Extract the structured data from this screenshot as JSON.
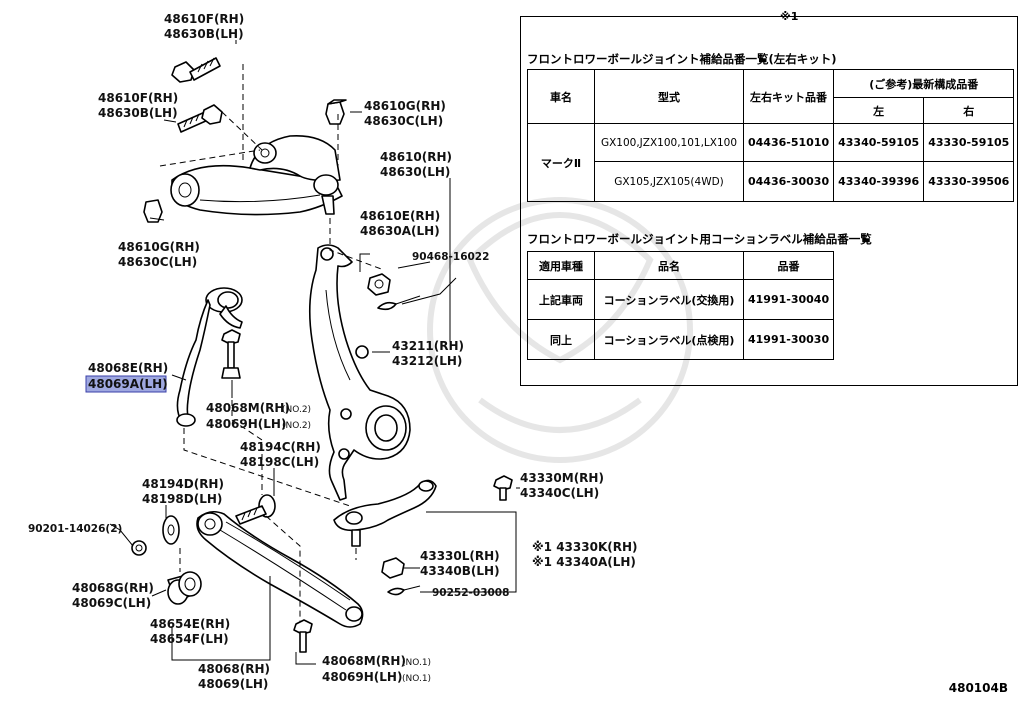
{
  "note_mark": "※1",
  "doc_id": "480104B",
  "table1": {
    "title": "フロントロワーボールジョイント補給品番一覧(左右キット)",
    "headers": {
      "car": "車名",
      "model": "型式",
      "kit": "左右キット品番",
      "ref": "(ご参考)最新構成品番",
      "left": "左",
      "right": "右"
    },
    "car_name": "マークⅡ",
    "rows": [
      {
        "model": "GX100,JZX100,101,LX100",
        "kit": "04436-51010",
        "left": "43340-59105",
        "right": "43330-59105"
      },
      {
        "model": "GX105,JZX105(4WD)",
        "kit": "04436-30030",
        "left": "43340-39396",
        "right": "43330-39506"
      }
    ]
  },
  "table2": {
    "title": "フロントロワーボールジョイント用コーションラベル補給品番一覧",
    "headers": {
      "vehicle": "適用車種",
      "name": "品名",
      "part": "品番"
    },
    "rows": [
      {
        "vehicle": "上記車両",
        "name": "コーションラベル(交換用)",
        "part": "41991-30040"
      },
      {
        "vehicle": "同上",
        "name": "コーションラベル(点検用)",
        "part": "41991-30030"
      }
    ]
  },
  "labels": {
    "l48610F_top": "48610F(RH)",
    "l48630B_top": "48630B(LH)",
    "l48610F_2": "48610F(RH)",
    "l48630B_2": "48630B(LH)",
    "l48610G_r": "48610G(RH)",
    "l48630C_r": "48630C(LH)",
    "l48610": "48610(RH)",
    "l48630": "48630(LH)",
    "l48610E": "48610E(RH)",
    "l48630A": "48630A(LH)",
    "l48610G_l": "48610G(RH)",
    "l48630C_l": "48630C(LH)",
    "l90468": "90468-16022",
    "l43211": "43211(RH)",
    "l43212": "43212(LH)",
    "l48068E": "48068E(RH)",
    "l48069A": "48069A(LH)",
    "l48068M_2": "48068M(RH)",
    "l48069H_2": "48069H(LH)",
    "no2a": "(NO.2)",
    "no2b": "(NO.2)",
    "l48194C": "48194C(RH)",
    "l48198C": "48198C(LH)",
    "l48194D": "48194D(RH)",
    "l48198D": "48198D(LH)",
    "l43330M": "43330M(RH)",
    "l43340C": "43340C(LH)",
    "l90201": "90201-14026(2)",
    "l43330L": "43330L(RH)",
    "l43340B": "43340B(LH)",
    "l43330K": "※1 43330K(RH)",
    "l43340A": "※1 43340A(LH)",
    "l48068G": "48068G(RH)",
    "l48069C": "48069C(LH)",
    "l90252": "90252-03008",
    "l48654E": "48654E(RH)",
    "l48654F": "48654F(LH)",
    "l48068": "48068(RH)",
    "l48069": "48069(LH)",
    "l48068M_1": "48068M(RH)",
    "l48069H_1": "48069H(LH)",
    "no1a": "(NO.1)",
    "no1b": "(NO.1)"
  }
}
